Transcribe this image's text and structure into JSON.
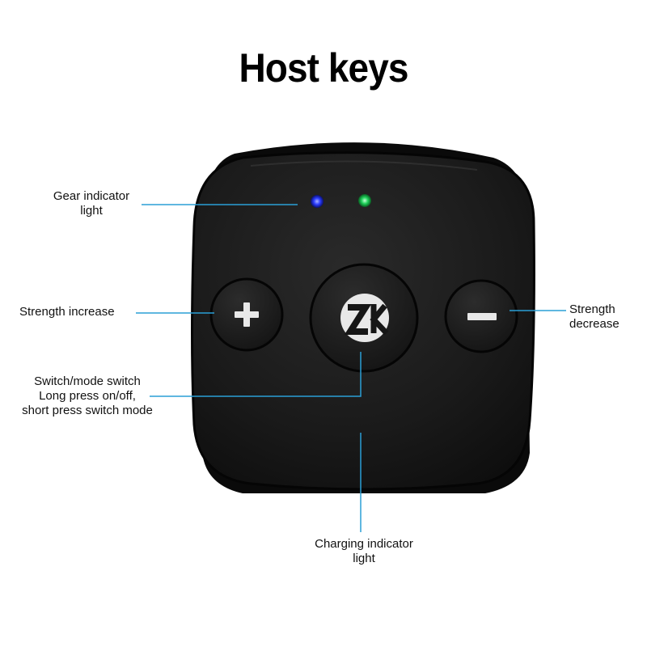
{
  "title": "Host keys",
  "labels": {
    "gear_line1": "Gear indicator",
    "gear_line2": "light",
    "strength_increase": "Strength increase",
    "strength_decrease_line1": "Strength",
    "strength_decrease_line2": "decrease",
    "switch_line1": "Switch/mode switch",
    "switch_line2": "Long press on/off,",
    "switch_line3": "short press switch mode",
    "charging_line1": "Charging indicator",
    "charging_line2": "light"
  },
  "buttons": {
    "increase_symbol": "+",
    "decrease_symbol": "−",
    "logo_text": "ZK"
  },
  "colors": {
    "device_body": "#161616",
    "button_face": "#1e1e1e",
    "leader_line": "#2a9fd6",
    "led_blue": "#2b3cff",
    "led_green": "#1fd15a"
  }
}
